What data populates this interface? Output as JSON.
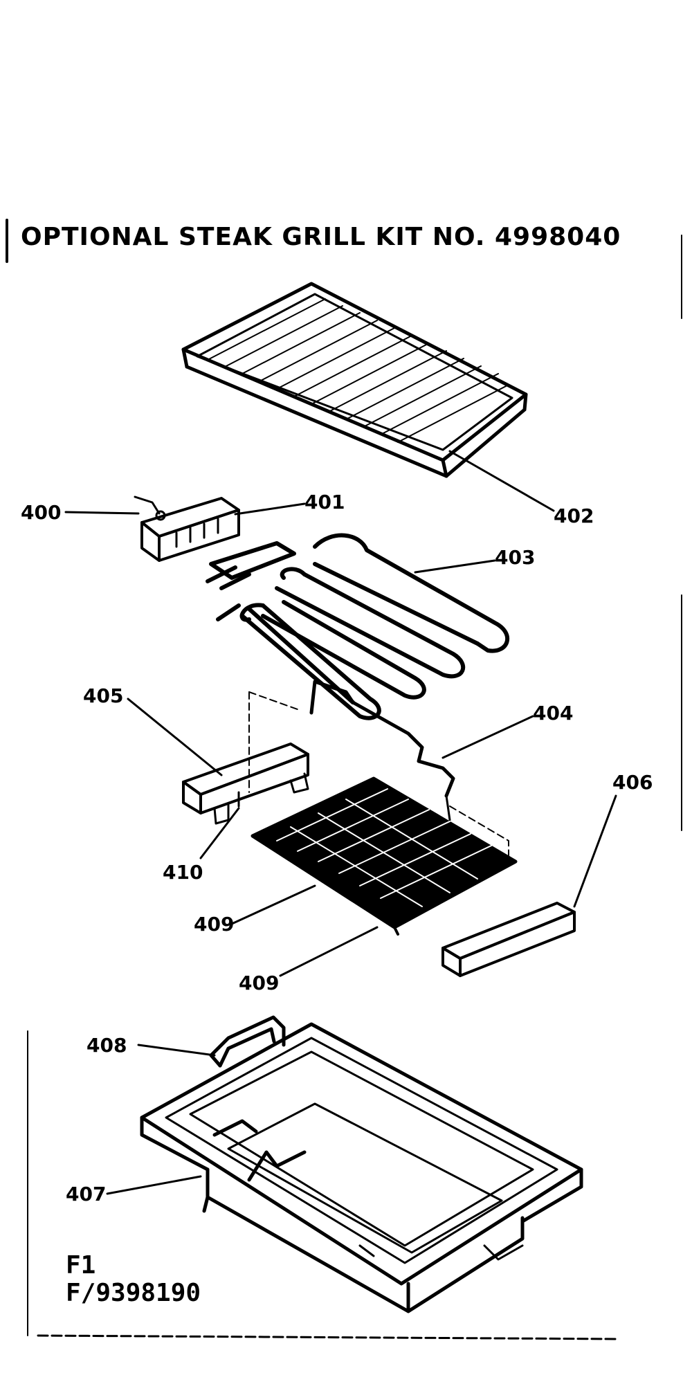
{
  "title": "OPTIONAL STEAK GRILL KIT NO. 4998040",
  "figure": {
    "line1": "F1",
    "line2": "F/9398190"
  },
  "callouts": {
    "c400": "400",
    "c401": "401",
    "c402": "402",
    "c403": "403",
    "c404": "404",
    "c405": "405",
    "c406": "406",
    "c407": "407",
    "c408": "408",
    "c409": "409",
    "c410": "410",
    "c409b": "409"
  }
}
